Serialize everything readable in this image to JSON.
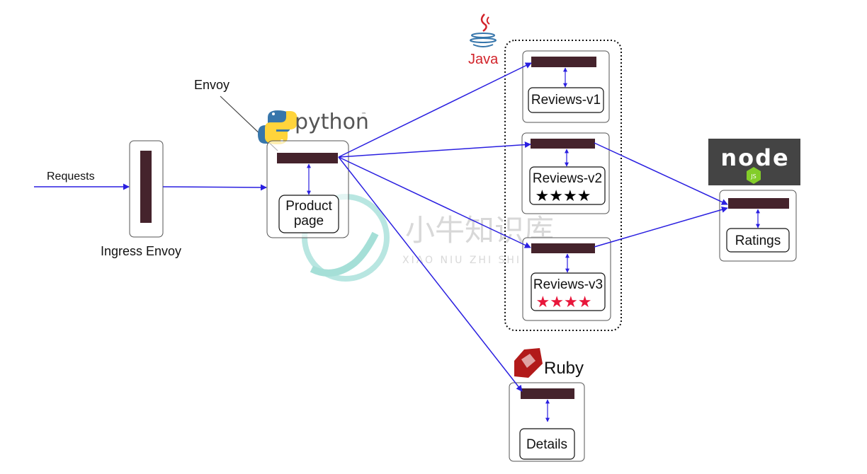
{
  "labels": {
    "requests": "Requests",
    "ingress_envoy": "Ingress Envoy",
    "envoy": "Envoy"
  },
  "services": {
    "productpage": {
      "line1": "Product",
      "line2": "page",
      "language": "python"
    },
    "reviews_v1": {
      "label": "Reviews-v1",
      "language": "Java"
    },
    "reviews_v2": {
      "label": "Reviews-v2",
      "stars": "★★★★",
      "star_color": "#000000"
    },
    "reviews_v3": {
      "label": "Reviews-v3",
      "stars": "★★★★",
      "star_color": "#e8173b"
    },
    "ratings": {
      "label": "Ratings",
      "language": "node"
    },
    "details": {
      "label": "Details",
      "language": "Ruby"
    }
  },
  "logos": {
    "python": "python",
    "python_tm": "™",
    "java": "Java",
    "ruby": "Ruby",
    "node_word": "node",
    "node_js": "JS"
  },
  "watermark": {
    "title": "小牛知识库",
    "subtitle": "XIAO NIU ZHI SHI KU"
  },
  "colors": {
    "sidecar": "#45232c",
    "arrow": "#2a1fe0",
    "box_border": "#555555",
    "java_red": "#d2232a",
    "ruby_red": "#b21a1a",
    "node_bg": "#444444",
    "node_green": "#83cd29",
    "python_blue": "#3776ab",
    "python_yellow": "#ffd43b"
  }
}
